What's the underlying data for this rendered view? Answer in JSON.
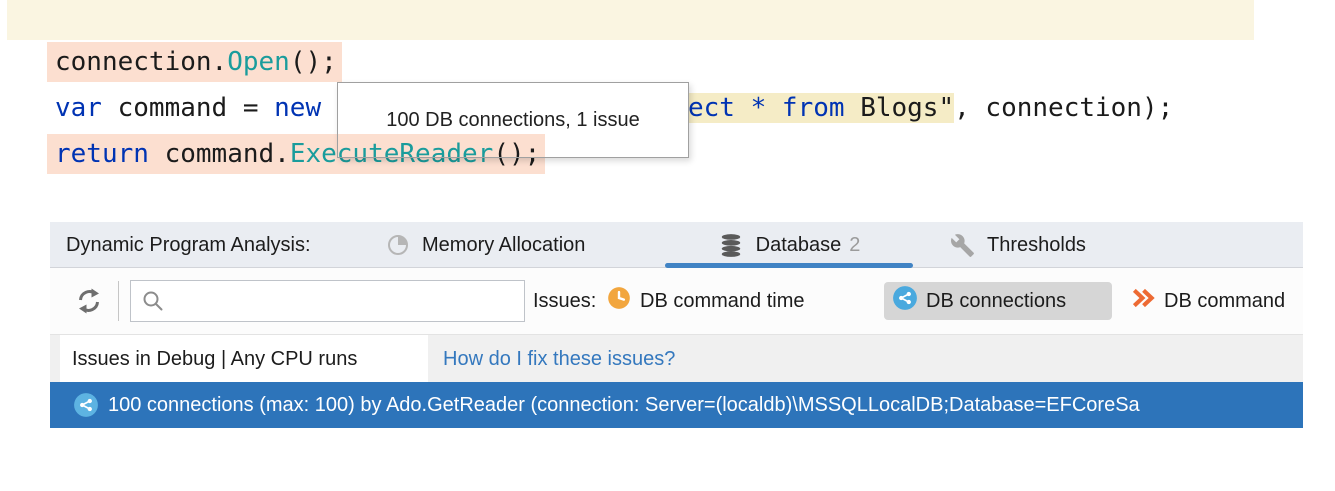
{
  "code": {
    "line1": {
      "t0": "connection.",
      "t1": "Open",
      "t2": "();"
    },
    "line2": {
      "t0": "var",
      "t1": " command = ",
      "t2": "new",
      "t3": "ect * from ",
      "t4": "Blogs",
      "t5": "\"",
      "t6": ", connection);"
    },
    "line3": {
      "t0": "return",
      "t1": " command.",
      "t2": "ExecuteReader",
      "t3": "();"
    }
  },
  "tooltip": {
    "text": "100 DB connections, 1 issue"
  },
  "panel": {
    "title": "Dynamic Program Analysis:",
    "tabs": [
      {
        "label": "Memory Allocation",
        "icon": "pie-chart-icon"
      },
      {
        "label": "Database",
        "badge": "2",
        "icon": "database-icon",
        "selected": true
      },
      {
        "label": "Thresholds",
        "icon": "wrench-icon"
      }
    ],
    "toolbar": {
      "search_placeholder": "",
      "issues_label": "Issues:",
      "filters": [
        {
          "label": "DB command time",
          "icon": "clock-icon",
          "selected": false
        },
        {
          "label": "DB connections",
          "icon": "db-connections-icon",
          "selected": true
        },
        {
          "label": "DB command",
          "icon": "double-chevron-icon",
          "selected": false
        }
      ]
    },
    "subtabs": {
      "runs_tab": "Issues in Debug | Any CPU runs",
      "help_link": "How do I fix these issues?"
    },
    "issue_row": {
      "text": "100 connections (max: 100) by Ado.GetReader (connection: Server=(localdb)\\MSSQLLocalDB;Database=EFCoreSa"
    }
  },
  "colors": {
    "keyword": "#0033b3",
    "method": "#1a9c9c",
    "line_highlight": "#faf5e1",
    "issue_highlight": "#fcdfd0",
    "string_highlight": "#f5ecc6",
    "tab_underline": "#4083c4",
    "selected_row": "#2d74ba",
    "link": "#3478be",
    "filter_selected_bg": "#d6d6d6",
    "clock_icon": "#f2a63e",
    "chevron_icon": "#ed6a33",
    "db_connections_icon": "#4aa9de"
  }
}
